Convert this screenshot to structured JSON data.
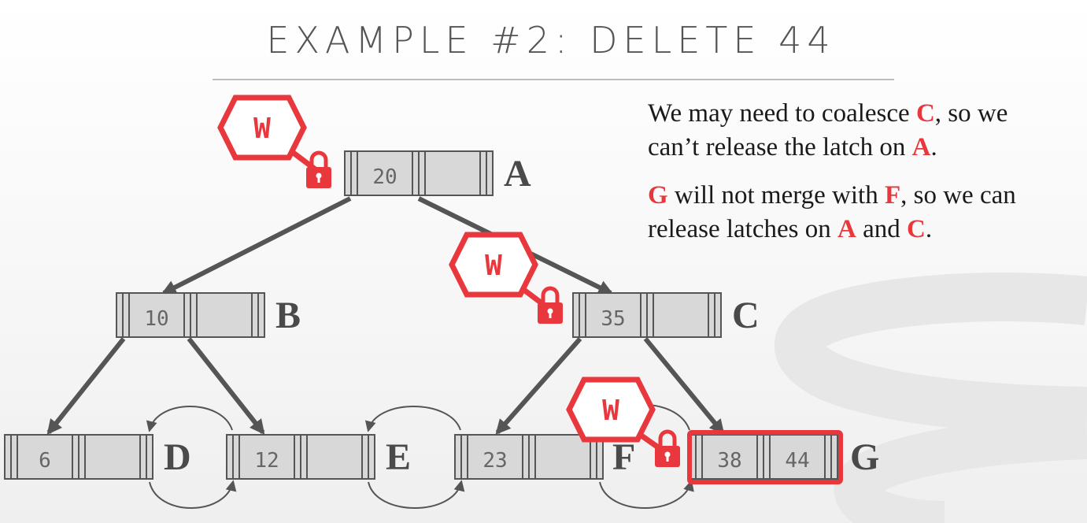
{
  "title": "EXAMPLE #2: DELETE 44",
  "text": {
    "p1": [
      "We may need to coalesce ",
      "C",
      ", so we",
      "can’t release the latch on ",
      "A",
      "."
    ],
    "p2": [
      "G",
      " will not merge with ",
      "F",
      ", so we can",
      "release latches on ",
      "A",
      " and ",
      "C",
      "."
    ]
  },
  "tree": {
    "A": {
      "label": "A",
      "key1": "20",
      "key2": ""
    },
    "B": {
      "label": "B",
      "key1": "10",
      "key2": ""
    },
    "C": {
      "label": "C",
      "key1": "35",
      "key2": ""
    },
    "D": {
      "label": "D",
      "key1": "6",
      "key2": ""
    },
    "E": {
      "label": "E",
      "key1": "12",
      "key2": ""
    },
    "F": {
      "label": "F",
      "key1": "23",
      "key2": ""
    },
    "G": {
      "label": "G",
      "key1": "38",
      "key2": "44"
    }
  },
  "latch_label": "W",
  "colors": {
    "accent": "#e8383d",
    "node_fill": "#d8d8d8",
    "edge": "#555555"
  }
}
